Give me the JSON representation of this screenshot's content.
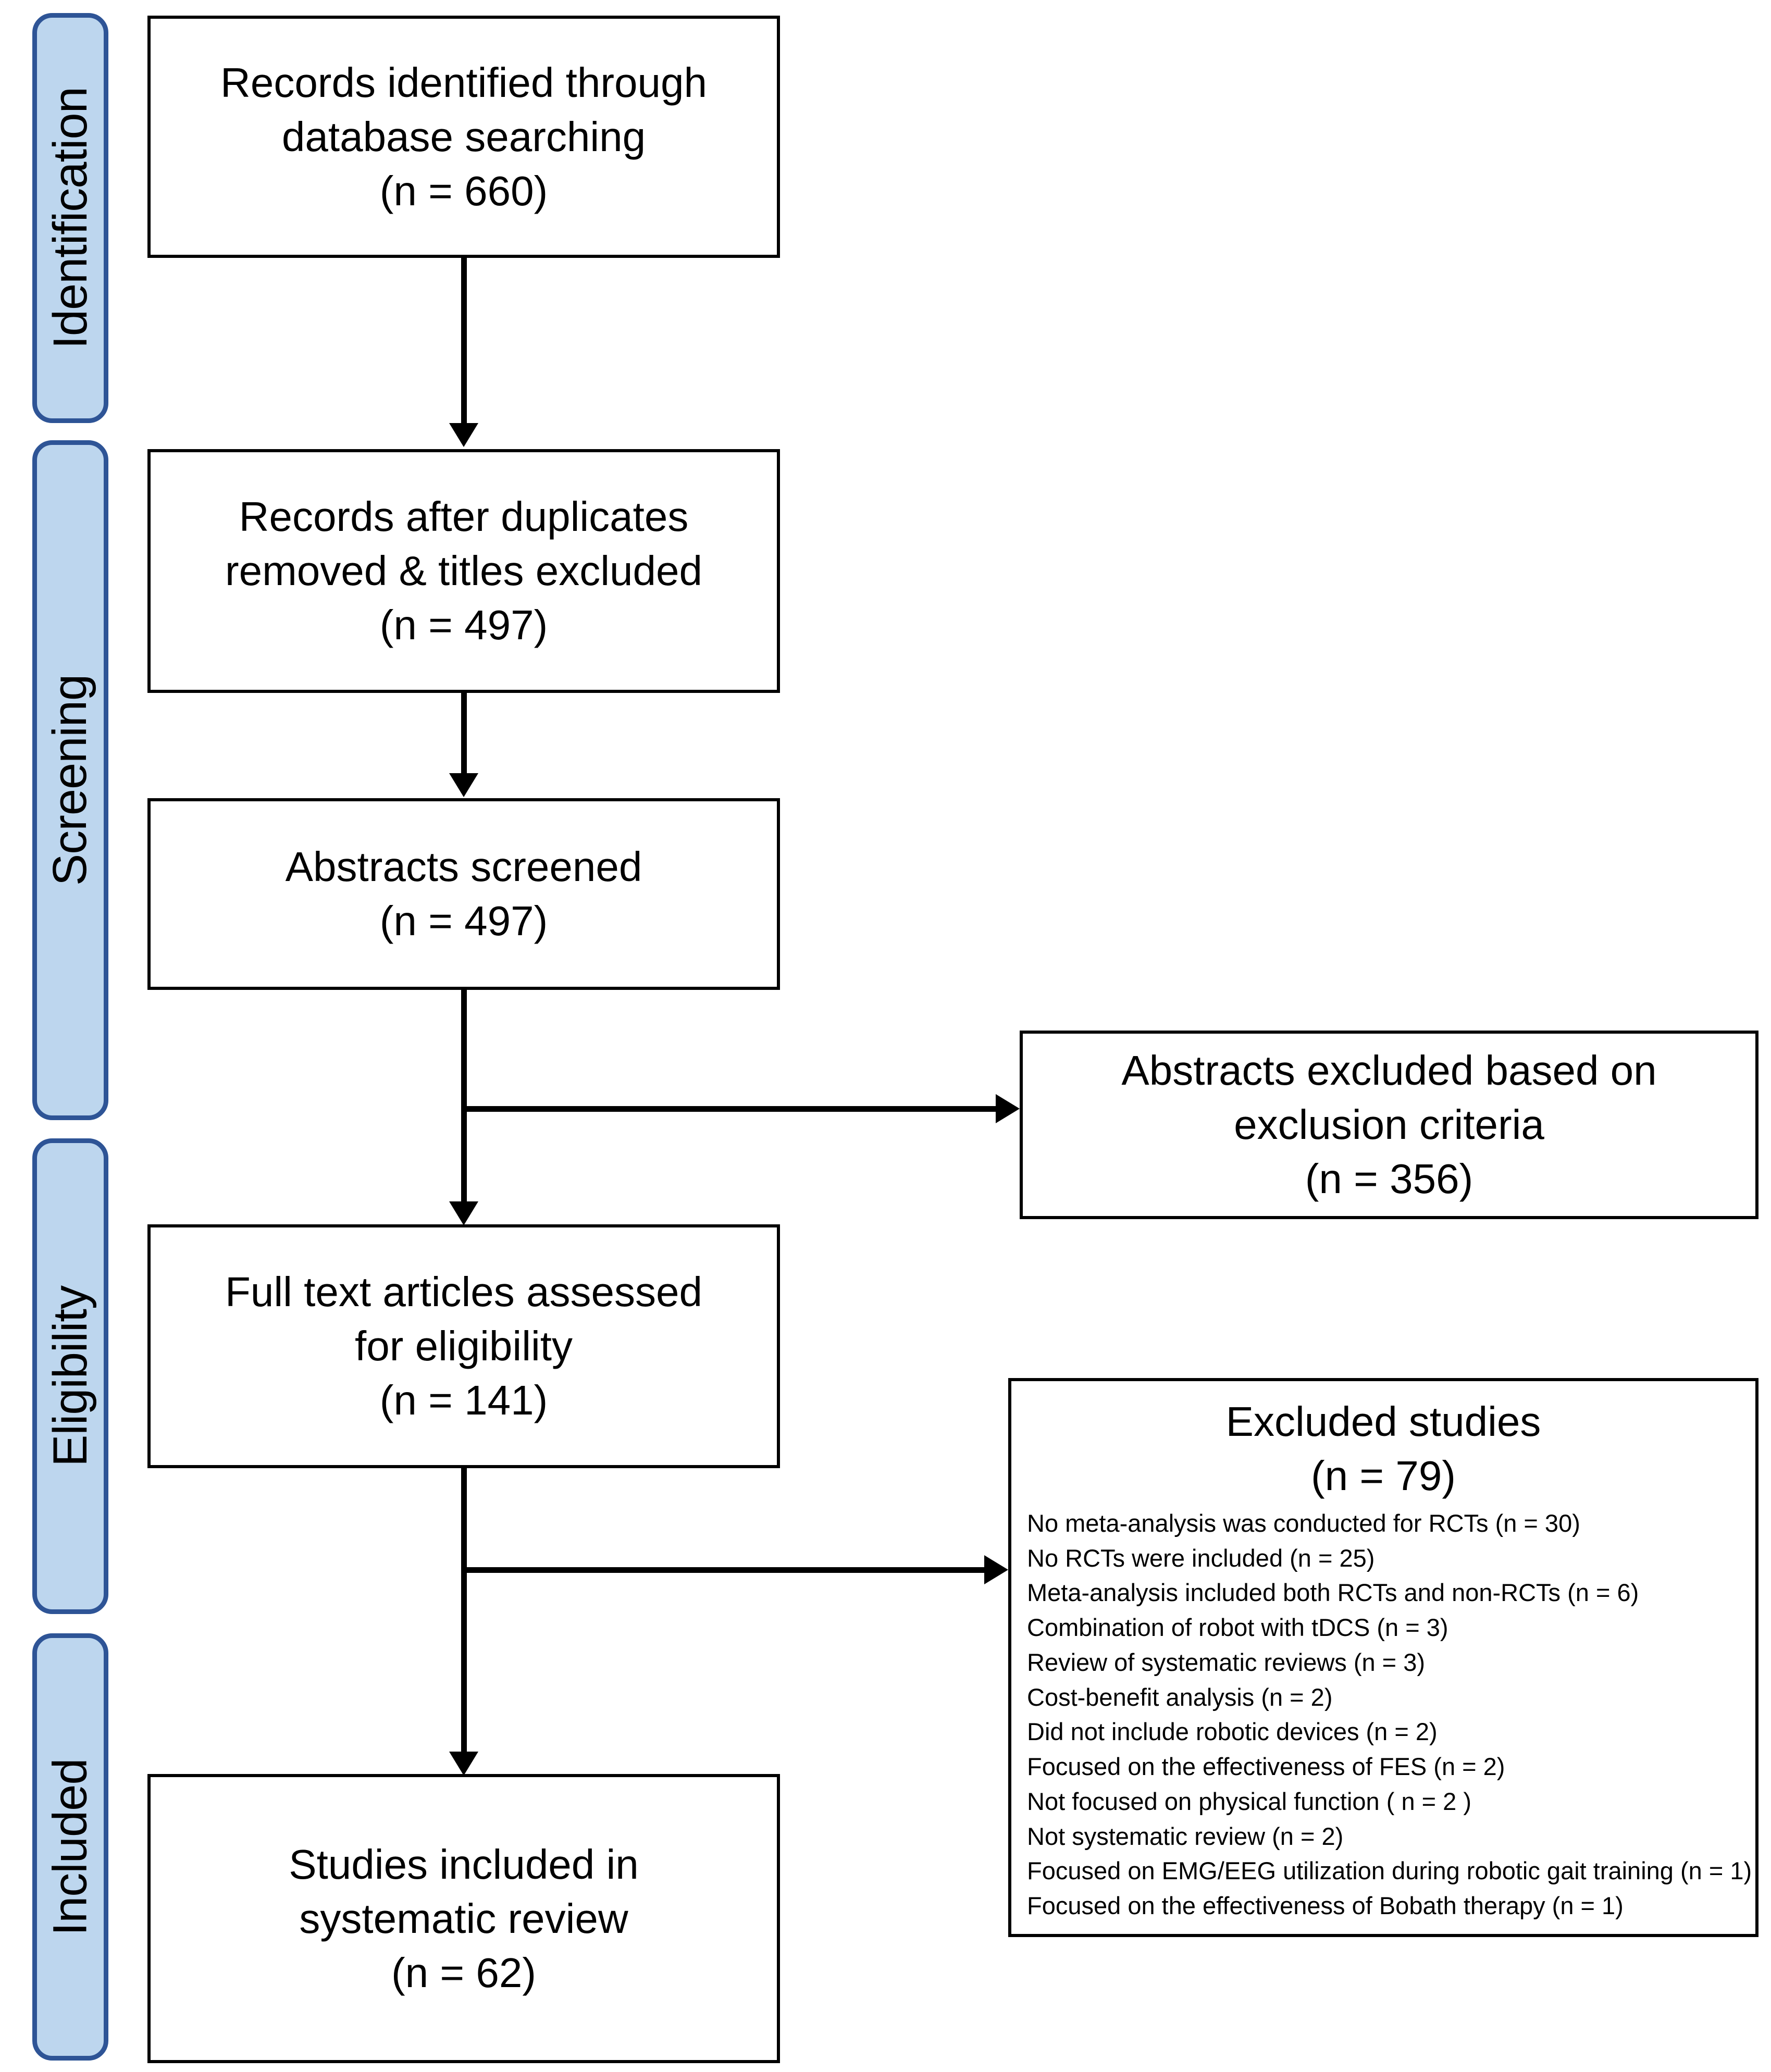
{
  "diagram": {
    "type": "prisma-flow-diagram",
    "title": "PRISMA study selection flow diagram"
  },
  "stages": [
    {
      "label": "Identification"
    },
    {
      "label": "Screening"
    },
    {
      "label": "Eligibility"
    },
    {
      "label": "Included"
    }
  ],
  "nodes": {
    "identified": {
      "lines": [
        "Records identified through",
        "database searching",
        "(n = 660)"
      ],
      "count": 660
    },
    "after_duplicates": {
      "lines": [
        "Records after duplicates",
        "removed & titles excluded",
        "(n = 497)"
      ],
      "count": 497
    },
    "abstracts_screened": {
      "lines": [
        "Abstracts screened",
        "(n = 497)"
      ],
      "count": 497
    },
    "abstracts_excluded": {
      "lines": [
        "Abstracts excluded based on",
        "exclusion criteria",
        "(n = 356)"
      ],
      "count": 356
    },
    "full_text_assessed": {
      "lines": [
        "Full text articles assessed",
        "for eligibility",
        "(n = 141)"
      ],
      "count": 141
    },
    "excluded_studies": {
      "title_lines": [
        "Excluded studies",
        "(n = 79)"
      ],
      "count": 79,
      "reasons": [
        "No meta-analysis was conducted for RCTs (n = 30)",
        "No RCTs were included (n = 25)",
        "Meta-analysis included both RCTs and non-RCTs (n = 6)",
        "Combination of robot with tDCS (n = 3)",
        "Review of systematic reviews (n = 3)",
        "Cost-benefit analysis (n = 2)",
        "Did not include robotic devices (n = 2)",
        "Focused on the effectiveness of FES (n = 2)",
        "Not focused on physical function ( n = 2 )",
        "Not systematic review (n = 2)",
        "Focused on EMG/EEG utilization during robotic gait training (n = 1)",
        "Focused on the effectiveness of Bobath therapy (n = 1)"
      ]
    },
    "included_studies": {
      "lines": [
        "Studies included in",
        "systematic review",
        "(n = 62)"
      ],
      "count": 62
    }
  },
  "colors": {
    "stage_fill": "#BDD6EE",
    "stage_border": "#2E5496",
    "node_border": "#000000",
    "node_fill": "#FFFFFF",
    "connector": "#000000"
  }
}
